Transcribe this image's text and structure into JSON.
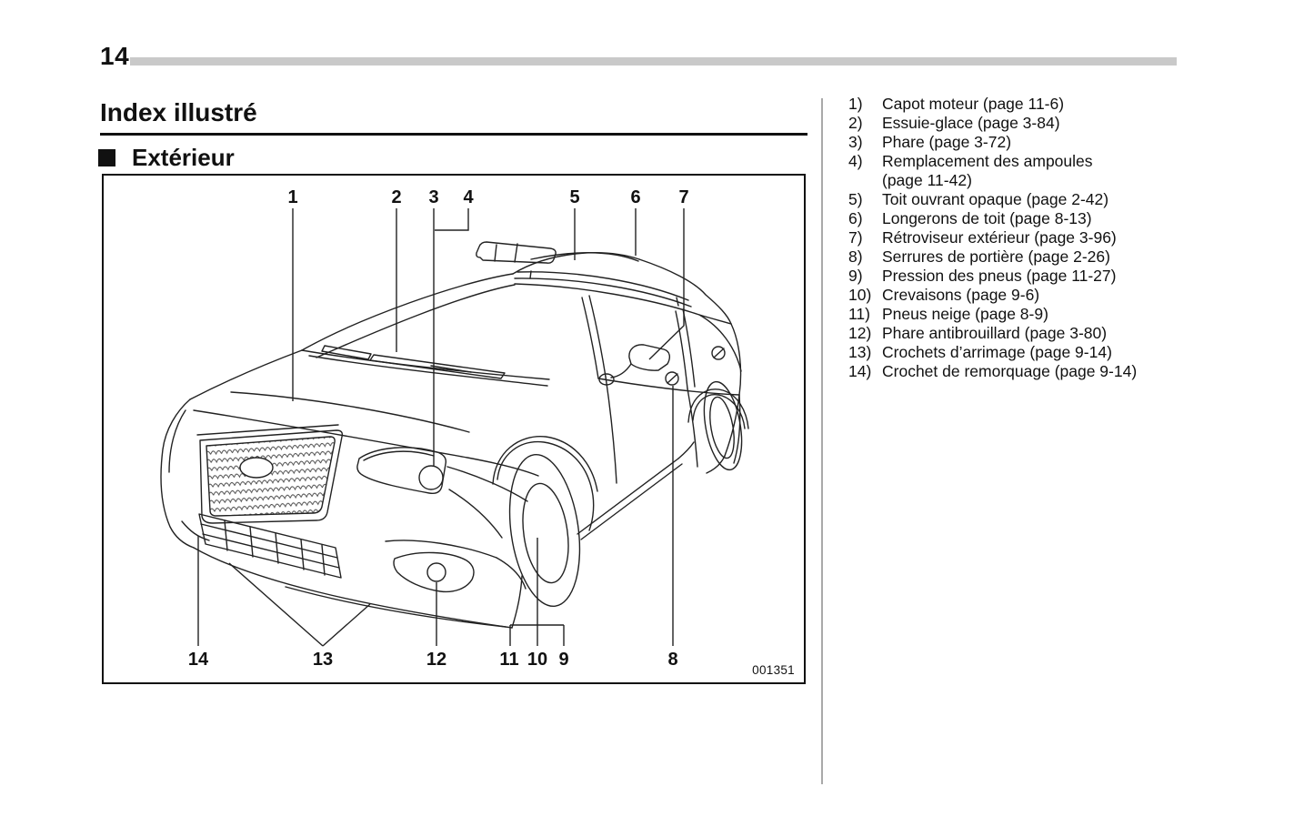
{
  "page": {
    "number": "14"
  },
  "heading": {
    "title": "Index illustré"
  },
  "subheading": {
    "title": "Extérieur"
  },
  "diagram": {
    "figure_code": "001351",
    "callouts": [
      {
        "label": "1"
      },
      {
        "label": "2"
      },
      {
        "label": "3"
      },
      {
        "label": "4"
      },
      {
        "label": "5"
      },
      {
        "label": "6"
      },
      {
        "label": "7"
      },
      {
        "label": "8"
      },
      {
        "label": "9"
      },
      {
        "label": "10"
      },
      {
        "label": "11"
      },
      {
        "label": "12"
      },
      {
        "label": "13"
      },
      {
        "label": "14"
      }
    ]
  },
  "legend": {
    "items": [
      {
        "num": "1)",
        "text": "Capot moteur (page 11-6)"
      },
      {
        "num": "2)",
        "text": "Essuie-glace (page 3-84)"
      },
      {
        "num": "3)",
        "text": "Phare (page 3-72)"
      },
      {
        "num": "4)",
        "text": "Remplacement des ampoules",
        "text2": "(page 11-42)"
      },
      {
        "num": "5)",
        "text": "Toit ouvrant opaque (page 2-42)"
      },
      {
        "num": "6)",
        "text": "Longerons de toit (page 8-13)"
      },
      {
        "num": "7)",
        "text": "Rétroviseur extérieur (page 3-96)"
      },
      {
        "num": "8)",
        "text": "Serrures de portière (page 2-26)"
      },
      {
        "num": "9)",
        "text": "Pression des pneus (page 11-27)"
      },
      {
        "num": "10)",
        "text": "Crevaisons (page 9-6)"
      },
      {
        "num": "11)",
        "text": "Pneus neige (page 8-9)"
      },
      {
        "num": "12)",
        "text": "Phare antibrouillard (page 3-80)"
      },
      {
        "num": "13)",
        "text": "Crochets d’arrimage (page 9-14)"
      },
      {
        "num": "14)",
        "text": "Crochet de remorquage (page 9-14)"
      }
    ]
  },
  "colors": {
    "header_bar": "#c9c9c9",
    "divider": "#a9a9a9",
    "ink": "#1a1a1a"
  }
}
